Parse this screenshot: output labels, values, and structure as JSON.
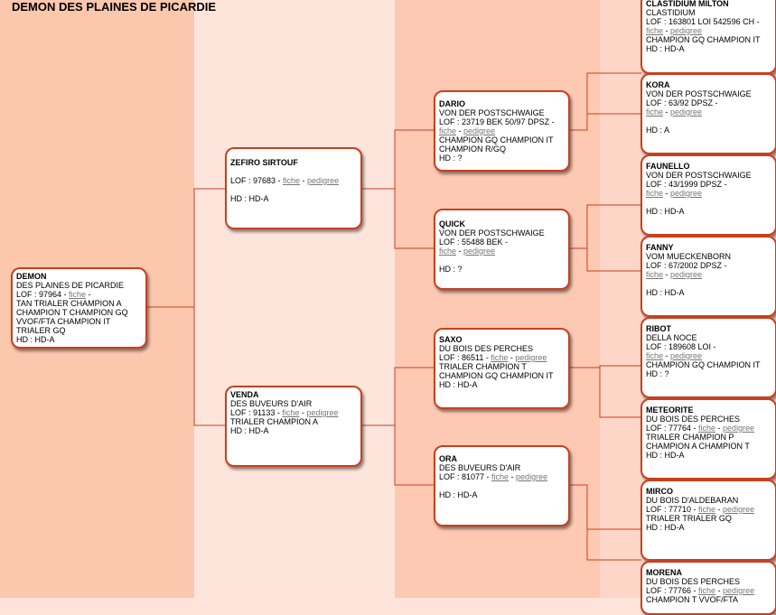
{
  "title": "DEMON DES PLAINES DE PICARDIE",
  "link_fiche": "fiche",
  "link_pedigree": "pedigree",
  "dogs": {
    "g0": {
      "name": "DEMON",
      "kennel": "DES PLAINES DE PICARDIE",
      "lof": "LOF : 97964 - ",
      "titles": "TAN TRIALER CHAMPION A CHAMPION T CHAMPION GQ VVOF/FTA CHAMPION IT TRIALER GQ",
      "hd": "HD : HD-A"
    },
    "sire": {
      "name": "ZEFIRO SIRTOUF",
      "lof": "LOF : 97683 - ",
      "hd": "HD : HD-A"
    },
    "dam": {
      "name": "VENDA",
      "kennel": "DES BUVEURS D'AIR",
      "lof": "LOF : 91133 - ",
      "titles": "TRIALER CHAMPION A",
      "hd": "HD : HD-A"
    },
    "ss": {
      "name": "DARIO",
      "kennel": "VON DER POSTSCHWAIGE",
      "lof": "LOF : 23719 BEK 50/97 DPSZ - ",
      "titles": "CHAMPION GQ CHAMPION IT CHAMPION R/GQ",
      "hd": "HD : ?"
    },
    "sd": {
      "name": "QUICK",
      "kennel": "VON DER POSTSCHWAIGE",
      "lof": "LOF : 55488 BEK - ",
      "hd": "HD : ?"
    },
    "ds": {
      "name": "SAXO",
      "kennel": "DU BOIS DES PERCHES",
      "lof": "LOF : 86511 - ",
      "titles": "TRIALER CHAMPION T CHAMPION GQ CHAMPION IT",
      "hd": "HD : HD-A"
    },
    "dd": {
      "name": "ORA",
      "kennel": "DES BUVEURS D'AIR",
      "lof": "LOF : 81077 - ",
      "hd": "HD : HD-A"
    },
    "sss": {
      "name": "CLASTIDIUM MILTON",
      "kennel": "CLASTIDIUM",
      "lof": "LOF : 163801 LOI 542596 CH - ",
      "titles": "CHAMPION GQ CHAMPION IT",
      "hd": "HD : HD-A"
    },
    "ssd": {
      "name": "KORA",
      "kennel": "VON DER POSTSCHWAIGE",
      "lof": "LOF : 63/92 DPSZ - ",
      "hd": "HD : A"
    },
    "sds": {
      "name": "FAUNELLO",
      "kennel": "VON DER POSTSCHWAIGE",
      "lof": "LOF : 43/1999 DPSZ - ",
      "hd": "HD : HD-A"
    },
    "sdd": {
      "name": "FANNY",
      "kennel": "VOM MUECKENBORN",
      "lof": "LOF : 67/2002 DPSZ - ",
      "hd": "HD : HD-A"
    },
    "dss": {
      "name": "RIBOT",
      "kennel": "DELLA NOCE",
      "lof": "LOF : 189608 LOI - ",
      "titles": "CHAMPION GQ CHAMPION IT",
      "hd": "HD : ?"
    },
    "dsd": {
      "name": "METEORITE",
      "kennel": "DU BOIS DES PERCHES",
      "lof": "LOF : 77764 - ",
      "titles": "TRIALER CHAMPION P CHAMPION A CHAMPION T",
      "hd": "HD : HD-A"
    },
    "dds": {
      "name": "MIRCO",
      "kennel": "DU BOIS D'ALDEBARAN",
      "lof": "LOF : 77710 - ",
      "titles": "TRIALER TRIALER GQ",
      "hd": "HD : HD-A"
    },
    "ddd": {
      "name": "MORENA",
      "kennel": "DU BOIS DES PERCHES",
      "lof": "LOF : 77766 - ",
      "titles": "CHAMPION T VVOF/FTA"
    }
  }
}
